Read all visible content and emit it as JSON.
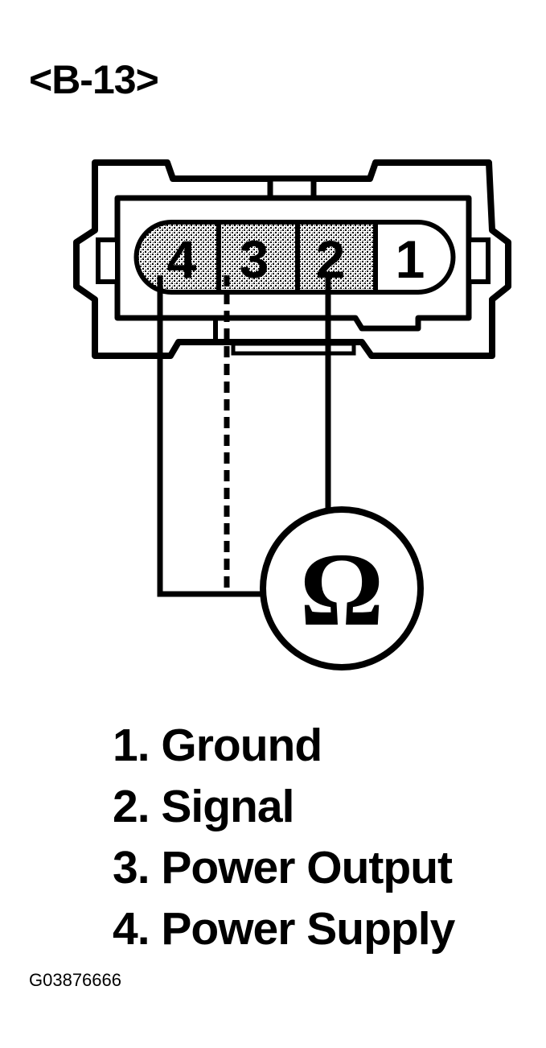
{
  "connector_id": "<B-13>",
  "pins": [
    {
      "number": "4",
      "shaded": true
    },
    {
      "number": "3",
      "shaded": true
    },
    {
      "number": "2",
      "shaded": true
    },
    {
      "number": "1",
      "shaded": false
    }
  ],
  "meter_symbol": "Ω",
  "legend": [
    "1. Ground",
    "2. Signal",
    "3. Power Output",
    "4. Power Supply"
  ],
  "figure_code": "G03876666"
}
